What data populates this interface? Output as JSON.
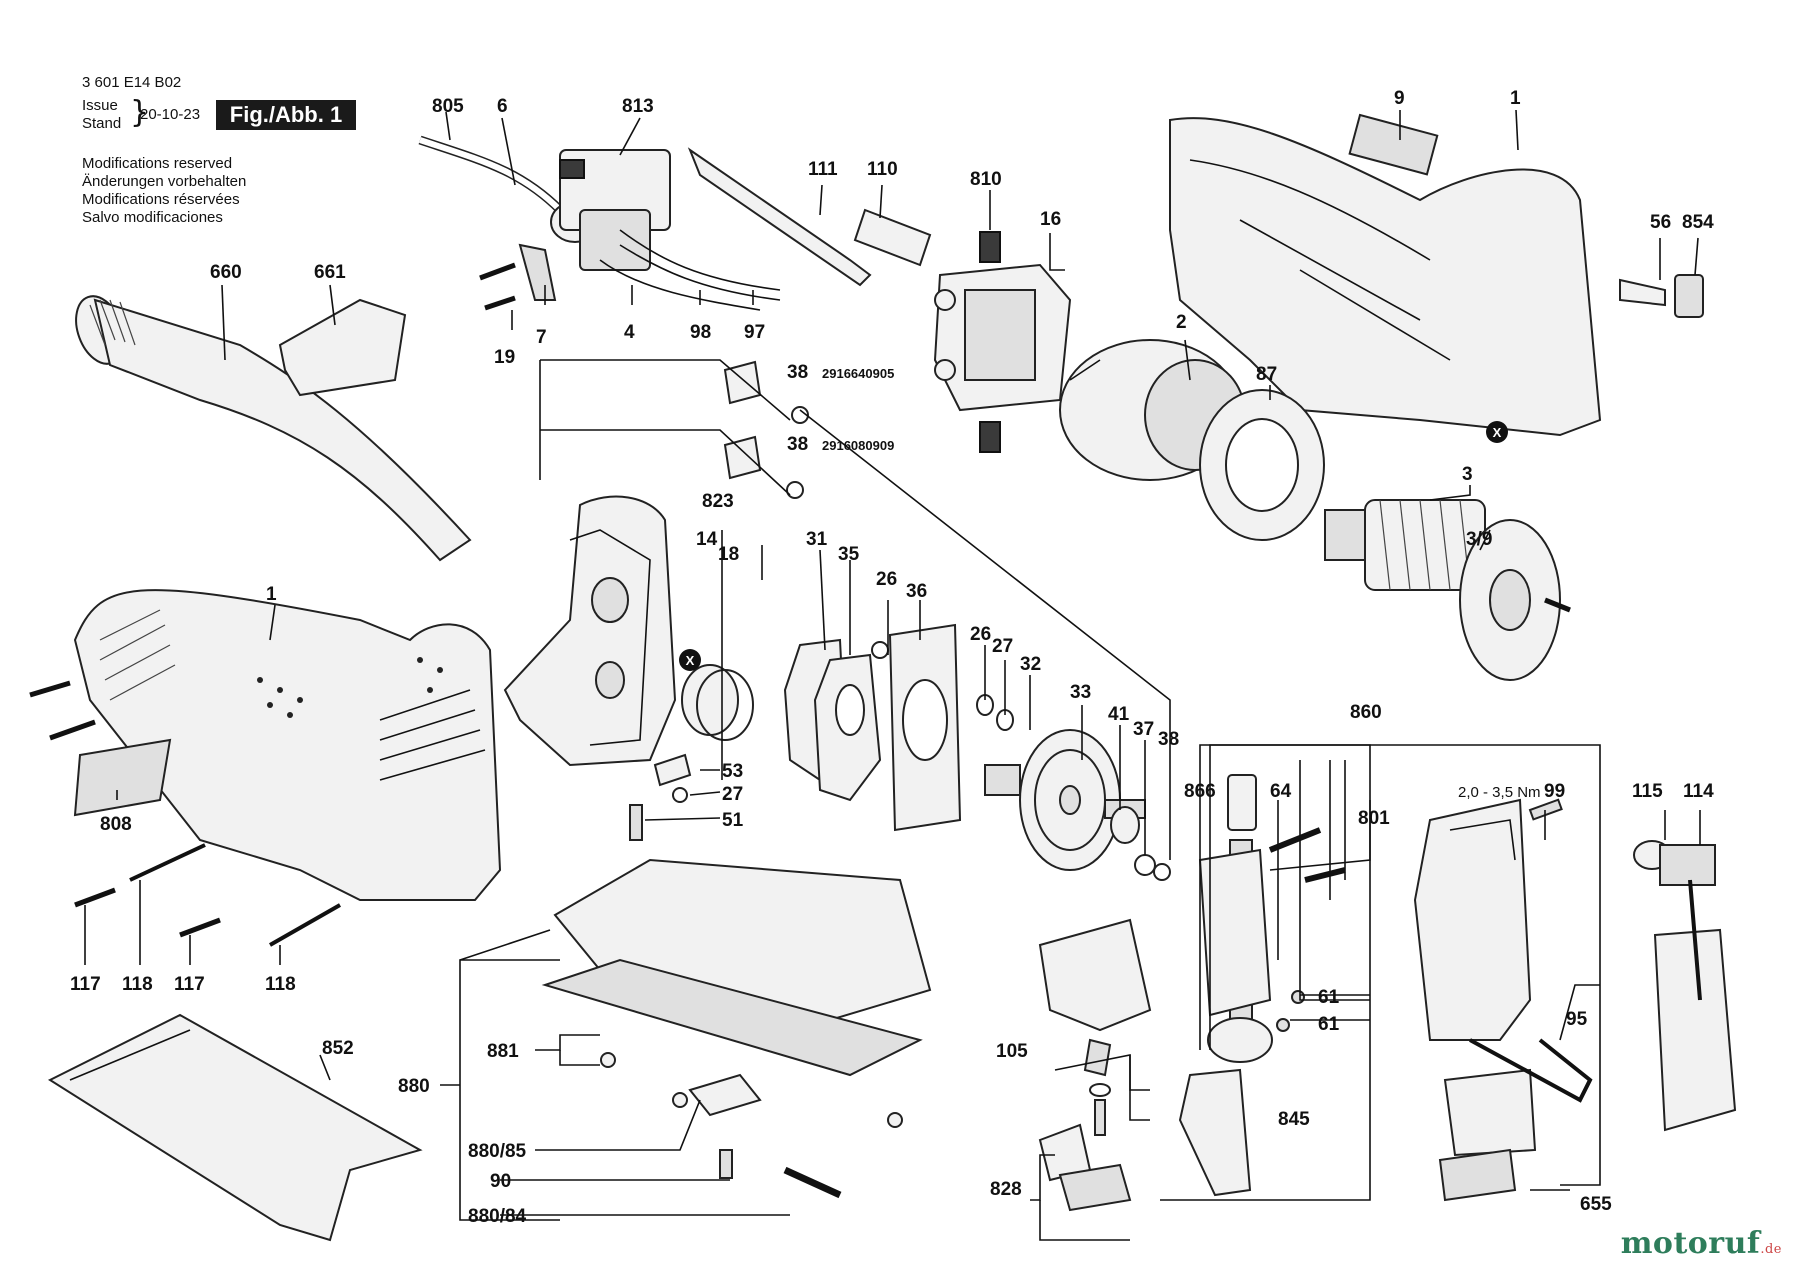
{
  "header": {
    "code": "3 601 E14 B02",
    "issue": "Issue",
    "stand": "Stand",
    "date": "20-10-23",
    "figure": "Fig./Abb. 1"
  },
  "modifications": [
    "Modifications reserved",
    "Änderungen vorbehalten",
    "Modifications réservées",
    "Salvo modificaciones"
  ],
  "callouts": {
    "c805": "805",
    "c6": "6",
    "c813": "813",
    "c111": "111",
    "c110": "110",
    "c9": "9",
    "c1_top": "1",
    "c810": "810",
    "c16": "16",
    "c56": "56",
    "c854": "854",
    "c660": "660",
    "c661": "661",
    "c19": "19",
    "c7": "7",
    "c4": "4",
    "c98": "98",
    "c97": "97",
    "c38a": "38",
    "c38b": "38",
    "c2": "2",
    "c87": "87",
    "c3": "3",
    "c3_9": "3/9",
    "c823": "823",
    "c14": "14",
    "c18": "18",
    "c31": "31",
    "c35": "35",
    "c26a": "26",
    "c36": "36",
    "c26b": "26",
    "c27a": "27",
    "c32": "32",
    "c33": "33",
    "c41": "41",
    "c37": "37",
    "c38c": "38",
    "c1_left": "1",
    "c53": "53",
    "c27b": "27",
    "c51": "51",
    "c808": "808",
    "c117a": "117",
    "c118a": "118",
    "c117b": "117",
    "c118b": "118",
    "c852": "852",
    "c881": "881",
    "c880": "880",
    "c880_85": "880/85",
    "c90": "90",
    "c880_84": "880/84",
    "c860": "860",
    "c866": "866",
    "c64": "64",
    "c801": "801",
    "c99": "99",
    "c115": "115",
    "c114": "114",
    "c61a": "61",
    "c61b": "61",
    "c105": "105",
    "c95": "95",
    "c845": "845",
    "c828": "828",
    "c655": "655"
  },
  "part_numbers": {
    "pn_38a": "2916640905",
    "pn_38b": "2916080909"
  },
  "torque": "2,0 - 3,5 Nm",
  "marker": "X",
  "watermark": {
    "brand": "motoruf",
    "suffix": ".de"
  },
  "colors": {
    "ink": "#111111",
    "watermark": "#2e7d5b",
    "badge_bg": "#1a1a1a"
  }
}
